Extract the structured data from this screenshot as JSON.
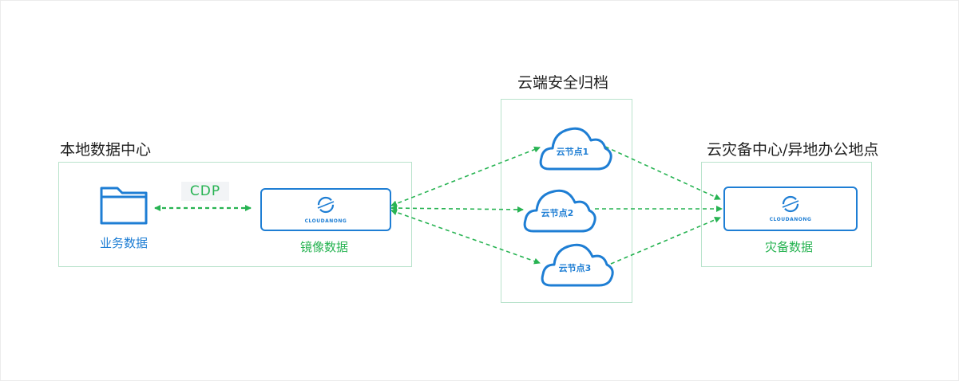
{
  "local_center": {
    "title": "本地数据中心",
    "business_data_label": "业务数据",
    "cdp_label": "CDP",
    "mirror_data_label": "镜像数据",
    "brand_text": "CLOUDANONG"
  },
  "cloud_archive": {
    "title": "云端安全归档",
    "nodes": [
      "云节点1",
      "云节点2",
      "云节点3"
    ]
  },
  "dr_center": {
    "title": "云灾备中心/异地办公地点",
    "dr_data_label": "灾备数据",
    "brand_text": "CLOUDANONG"
  },
  "colors": {
    "blue": "#1e7ed4",
    "green": "#27b352",
    "box_border": "#b9e3cc"
  }
}
